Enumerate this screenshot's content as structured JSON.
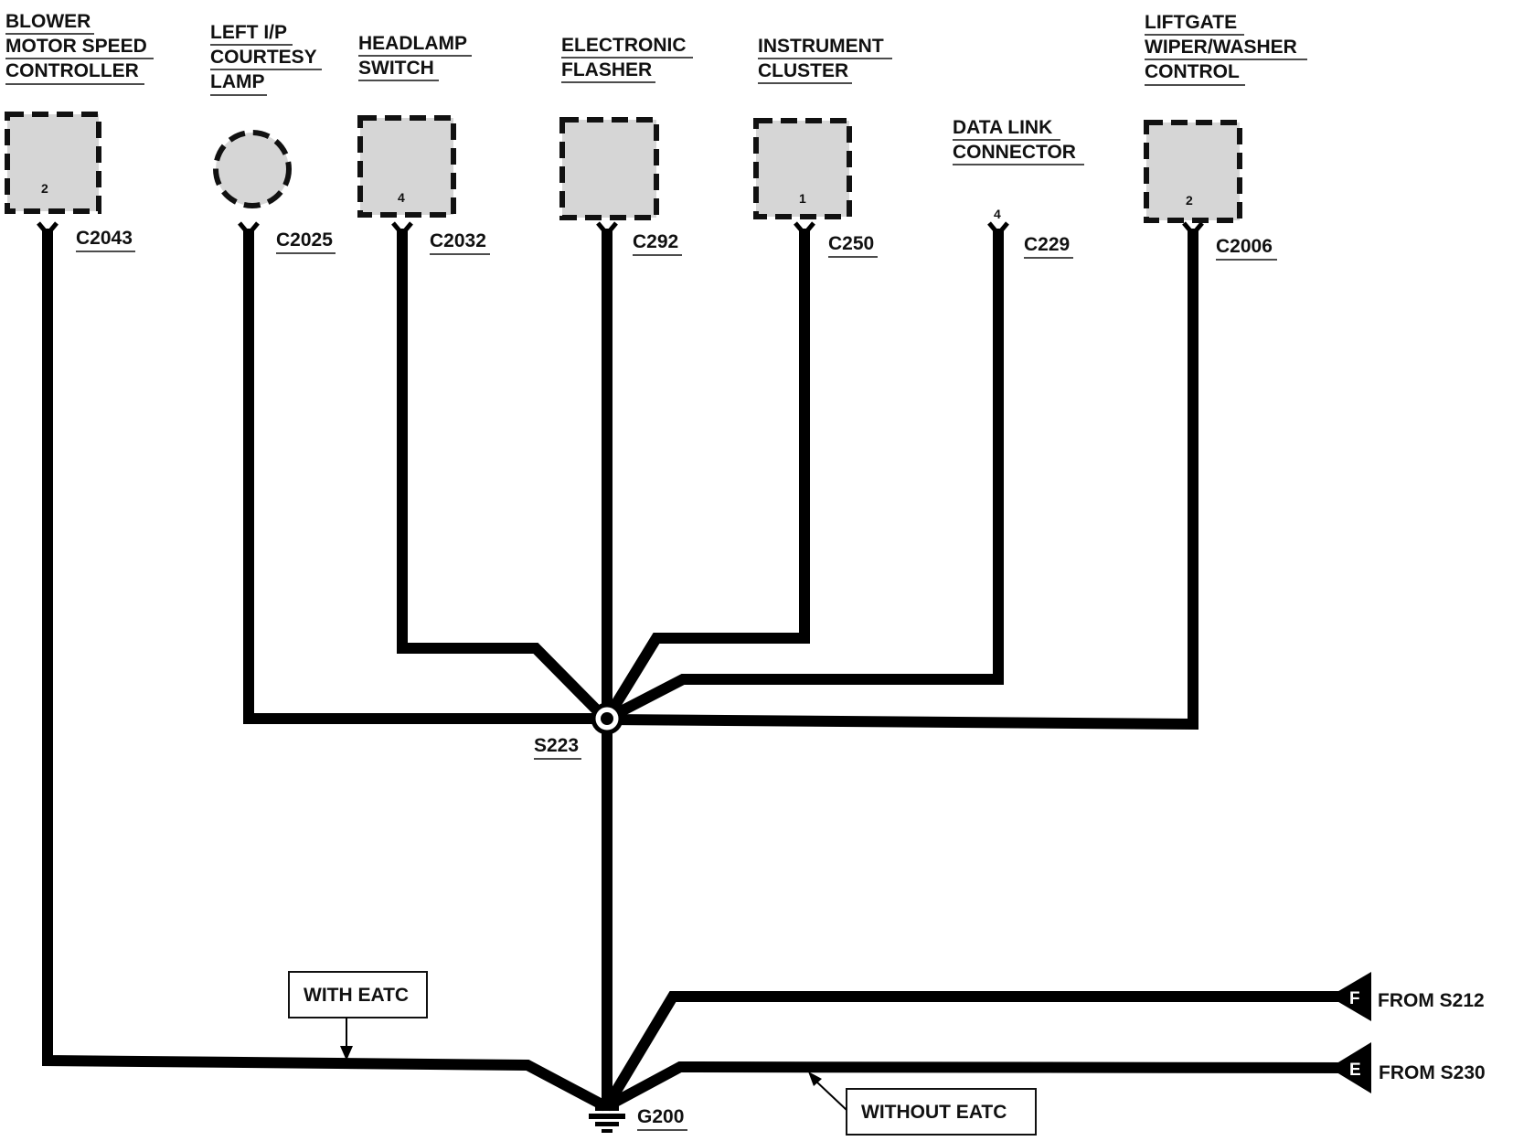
{
  "components": {
    "blower": {
      "lines": [
        "BLOWER",
        "MOTOR SPEED",
        "CONTROLLER"
      ],
      "connector": "C2043",
      "pin": "2"
    },
    "courtesy": {
      "lines": [
        "LEFT I/P",
        "COURTESY",
        "LAMP"
      ],
      "connector": "C2025",
      "pin": ""
    },
    "headlamp": {
      "lines": [
        "HEADLAMP",
        "SWITCH"
      ],
      "connector": "C2032",
      "pin": "4"
    },
    "flasher": {
      "lines": [
        "ELECTRONIC",
        "FLASHER"
      ],
      "connector": "C292",
      "pin": ""
    },
    "cluster": {
      "lines": [
        "INSTRUMENT",
        "CLUSTER"
      ],
      "connector": "C250",
      "pin": "1"
    },
    "dlc": {
      "lines": [
        "DATA LINK",
        "CONNECTOR"
      ],
      "connector": "C229",
      "pin": "4"
    },
    "liftgate": {
      "lines": [
        "LIFTGATE",
        "WIPER/WASHER",
        "CONTROL"
      ],
      "connector": "C2006",
      "pin": "2"
    }
  },
  "splice": {
    "label": "S223"
  },
  "ground": {
    "label": "G200"
  },
  "notes": {
    "with_eatc": "WITH EATC",
    "without_eatc": "WITHOUT EATC"
  },
  "sources": {
    "f": {
      "letter": "F",
      "label": "FROM S212"
    },
    "e": {
      "letter": "E",
      "label": "FROM S230"
    }
  }
}
